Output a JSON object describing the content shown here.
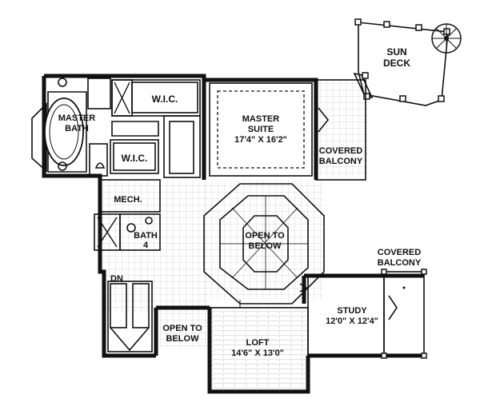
{
  "rooms": {
    "sun_deck": [
      "SUN",
      "DECK"
    ],
    "master_bath": [
      "MASTER",
      "BATH"
    ],
    "wic_top": "W.I.C.",
    "wic_bottom": "W.I.C.",
    "master_suite": [
      "MASTER",
      "SUITE",
      "17'4\" X 16'2\""
    ],
    "covered_balcony_top": [
      "COVERED",
      "BALCONY"
    ],
    "mech": "MECH.",
    "bath4": [
      "BATH",
      "4"
    ],
    "open_to_below_center": [
      "OPEN TO",
      "BELOW"
    ],
    "covered_balcony_right": [
      "COVERED",
      "BALCONY"
    ],
    "dn": "DN",
    "study": [
      "STUDY",
      "12'0\" X 12'4\""
    ],
    "open_to_below_left": [
      "OPEN TO",
      "BELOW"
    ],
    "loft": [
      "LOFT",
      "14'6\" X 13'0\""
    ]
  }
}
